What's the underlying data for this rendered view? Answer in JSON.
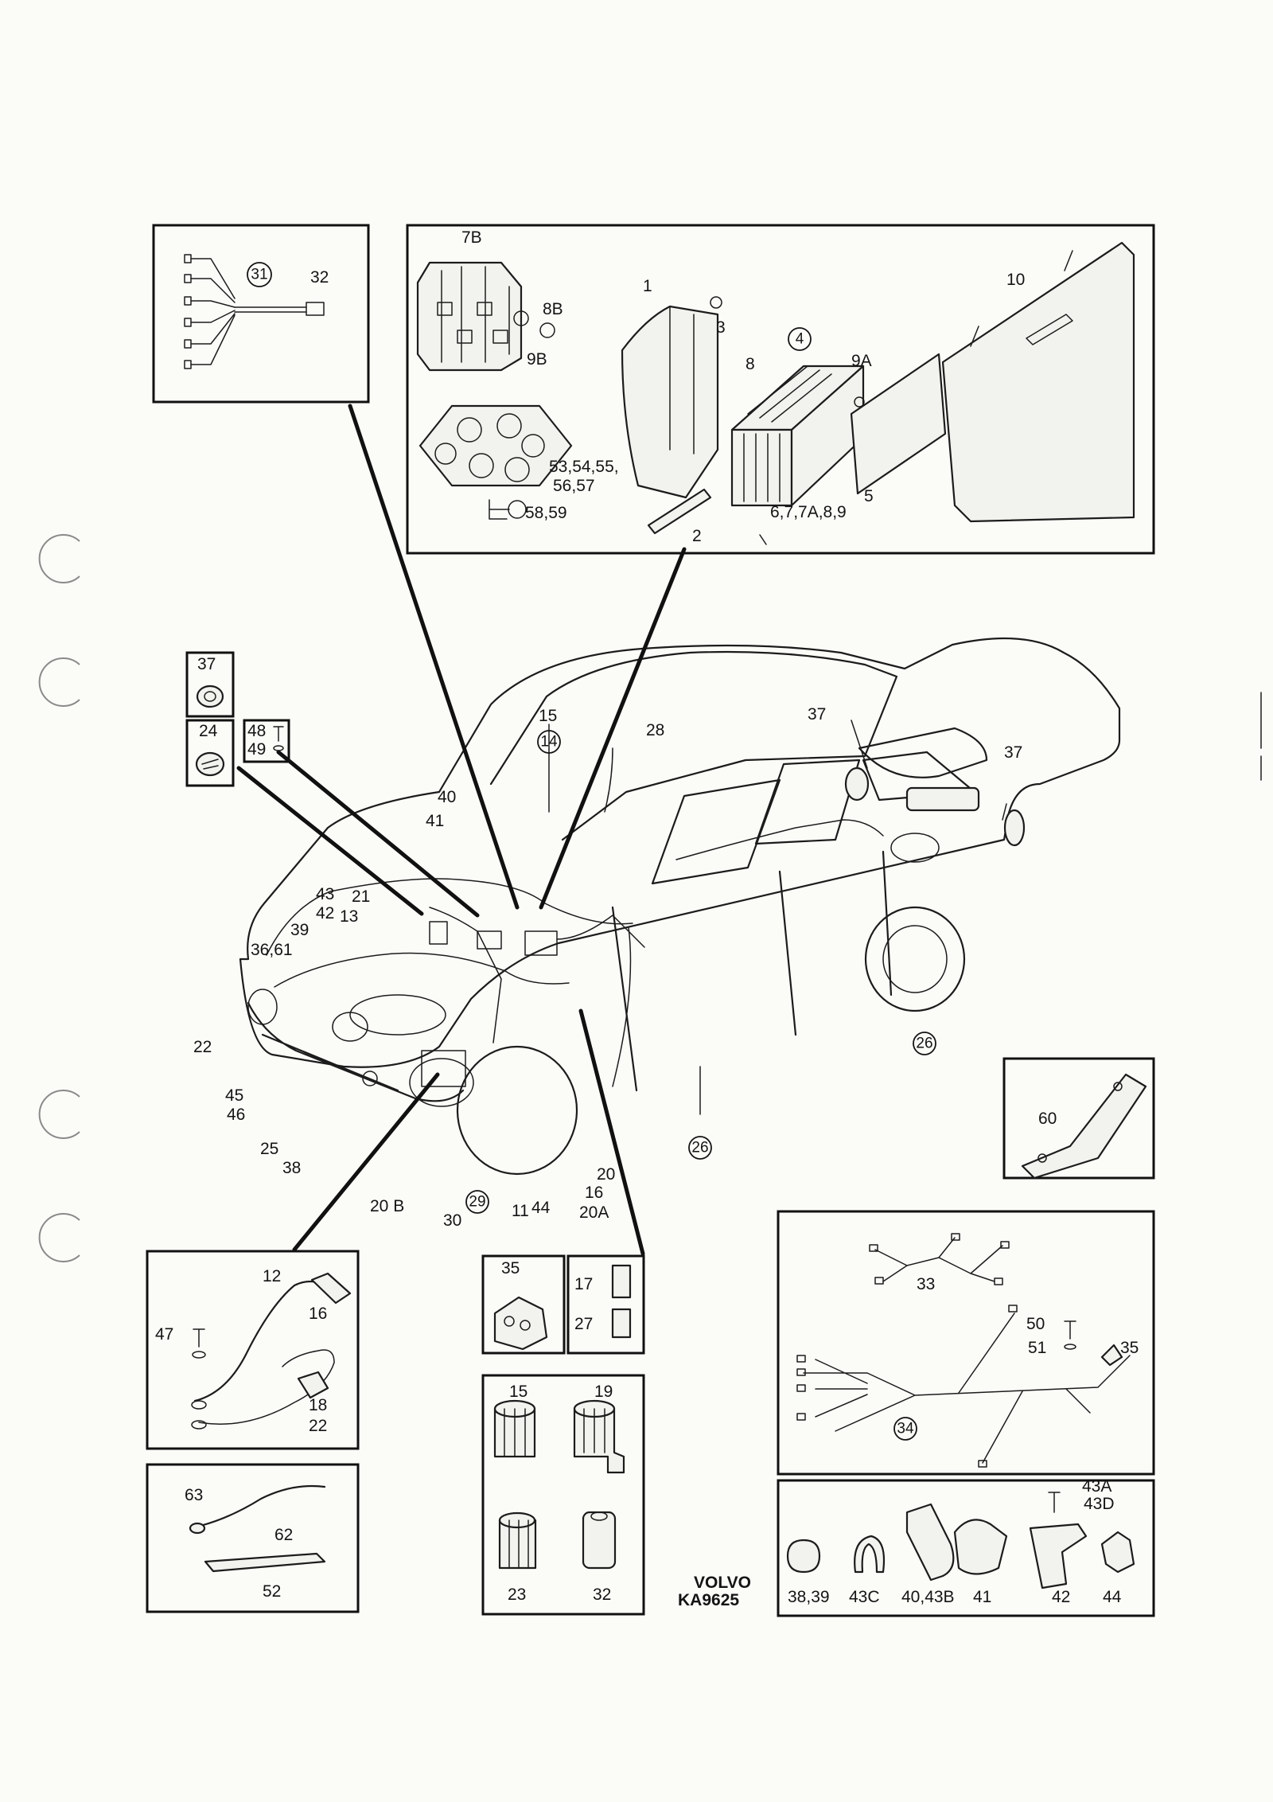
{
  "brand": "VOLVO",
  "drawing_code": "KA9625",
  "label_style": {
    "ink": "#141414",
    "paper": "#fbfbf8"
  },
  "labels": {
    "fuse_box_panel": [
      "7B",
      "8B",
      "9B",
      "53,54,55,",
      "56,57",
      "58,59",
      "1",
      "3",
      "4",
      "8",
      "9A",
      "10",
      "5",
      "2",
      "6,7,7A,8,9"
    ],
    "harness_small": [
      "31",
      "32"
    ],
    "grommets": [
      "37",
      "24",
      "48",
      "49"
    ],
    "car": [
      "15",
      "14",
      "28",
      "37",
      "37",
      "40",
      "41",
      "43",
      "42",
      "21",
      "13",
      "39",
      "36,61",
      "22",
      "45",
      "46",
      "25",
      "38",
      "20 B",
      "30",
      "29",
      "11",
      "44",
      "16",
      "20A",
      "20",
      "26",
      "26"
    ],
    "bracket": [
      "60"
    ],
    "harness_rear": [
      "33",
      "50",
      "51",
      "35",
      "34"
    ],
    "clips": [
      "43A",
      "43D",
      "38,39",
      "43C",
      "40,43B",
      "41",
      "42",
      "44"
    ],
    "battery_cable": [
      "12",
      "16",
      "47",
      "18",
      "22"
    ],
    "cable_small": [
      "63",
      "62",
      "52"
    ],
    "connectors_a": [
      "35",
      "17",
      "27"
    ],
    "connectors_b": [
      "15",
      "19",
      "23",
      "32"
    ]
  }
}
